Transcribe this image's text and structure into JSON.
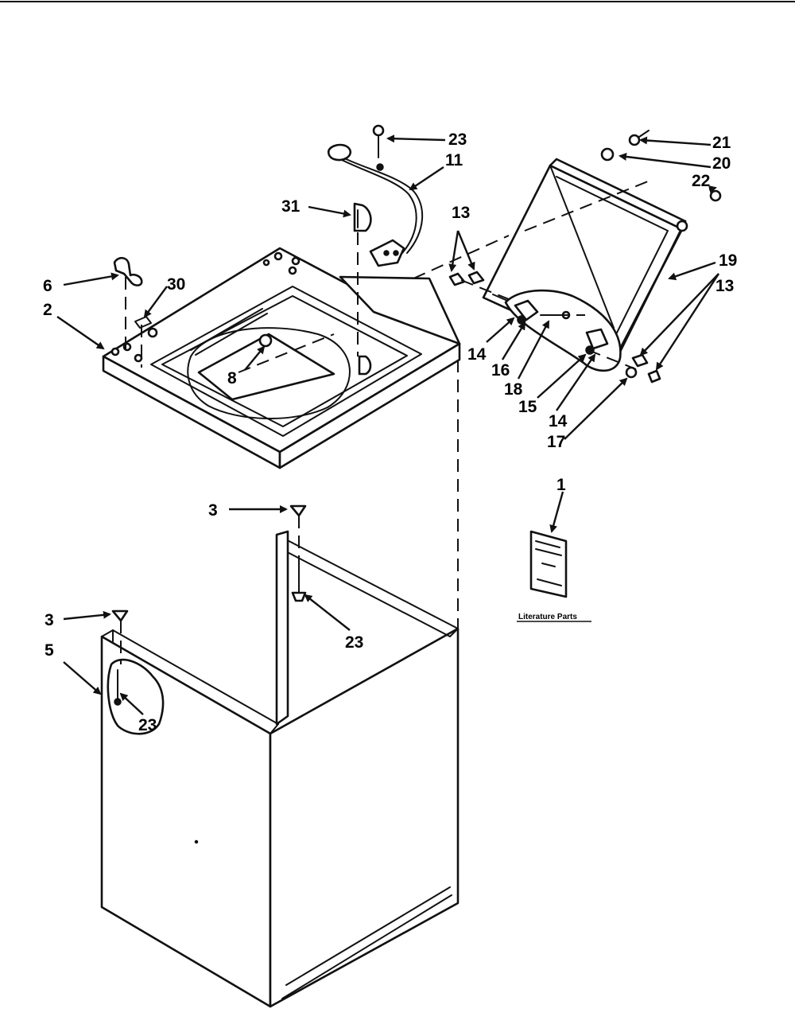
{
  "callouts": [
    "1",
    "2",
    "3",
    "3",
    "5",
    "6",
    "8",
    "11",
    "13",
    "13",
    "14",
    "14",
    "15",
    "16",
    "17",
    "18",
    "19",
    "20",
    "21",
    "22",
    "23",
    "23",
    "23",
    "30",
    "31"
  ],
  "literature_caption": "Literature Parts"
}
